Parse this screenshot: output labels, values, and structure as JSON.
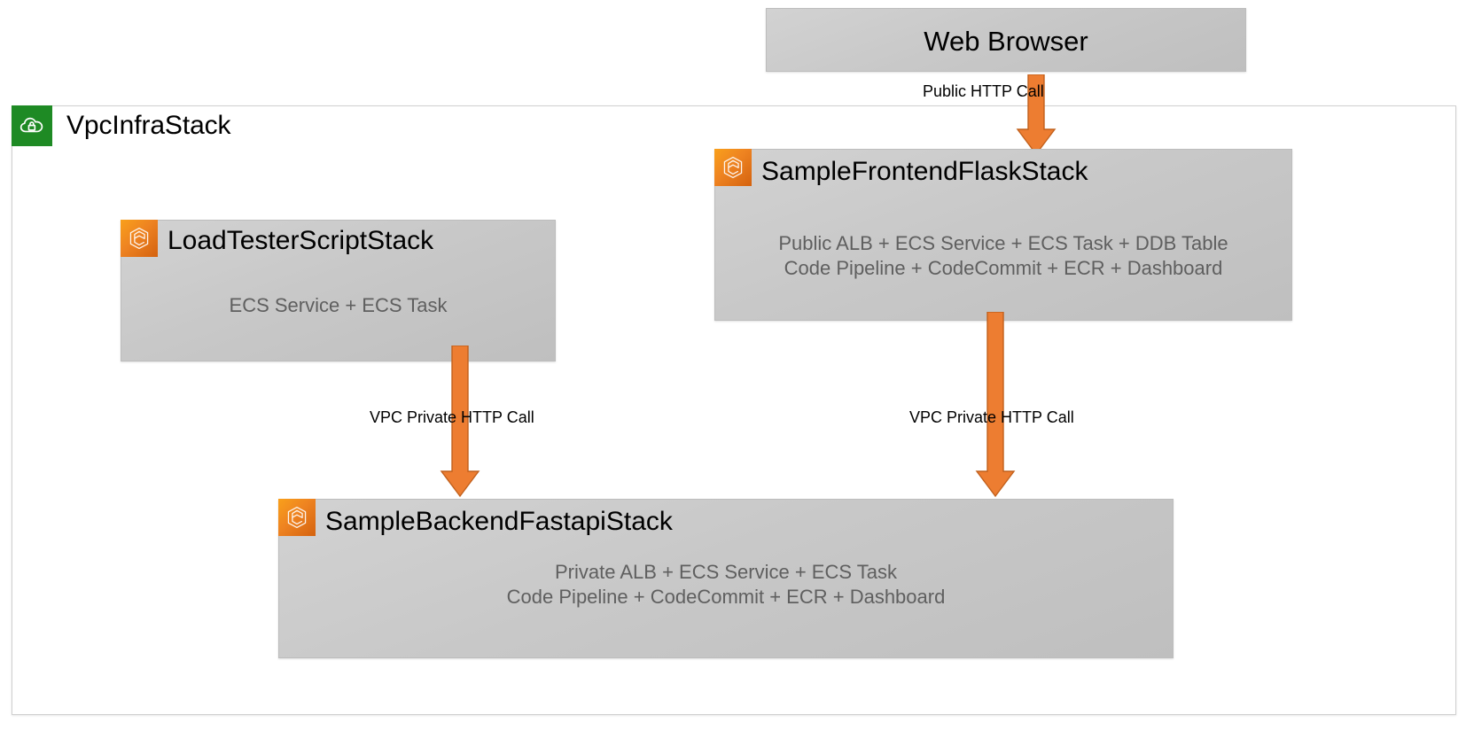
{
  "diagram": {
    "title": "AWS CDK Multi-Stack Architecture",
    "colors": {
      "vpc_icon_green": "#1E8A24",
      "stack_icon_orange": "#EE8321",
      "arrow_orange": "#ED7D31",
      "arrow_border": "#C55A11",
      "box_gray": "#C8C8C8",
      "body_text_gray": "#5F5F5F",
      "title_text": "#000000"
    }
  },
  "vpc": {
    "label": "VpcInfraStack",
    "icon": "vpc-cloud-lock-icon"
  },
  "nodes": {
    "web_browser": {
      "title": "Web Browser",
      "body": ""
    },
    "loadtester": {
      "title": "LoadTesterScriptStack",
      "icon": "cloudformation-stack-icon",
      "body": "ECS Service + ECS Task"
    },
    "frontend": {
      "title": "SampleFrontendFlaskStack",
      "icon": "cloudformation-stack-icon",
      "body": "Public ALB + ECS Service + ECS Task + DDB Table\nCode Pipeline + CodeCommit + ECR + Dashboard"
    },
    "backend": {
      "title": "SampleBackendFastapiStack",
      "icon": "cloudformation-stack-icon",
      "body": "Private ALB + ECS Service + ECS Task\nCode Pipeline + CodeCommit + ECR + Dashboard"
    }
  },
  "edges": [
    {
      "id": "browser-to-frontend",
      "label": "Public HTTP Call",
      "from": "web_browser",
      "to": "frontend",
      "direction": "down"
    },
    {
      "id": "frontend-to-backend",
      "label": "VPC Private HTTP Call",
      "from": "frontend",
      "to": "backend",
      "direction": "down"
    },
    {
      "id": "loadtester-to-backend",
      "label": "VPC Private HTTP Call",
      "from": "loadtester",
      "to": "backend",
      "direction": "down"
    }
  ]
}
